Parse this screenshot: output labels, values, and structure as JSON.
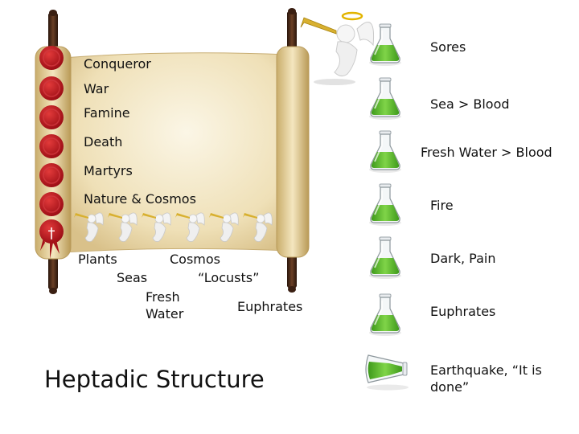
{
  "title": "Heptadic Structure",
  "seals": [
    "Conqueror",
    "War",
    "Famine",
    "Death",
    "Martyrs",
    "Nature & Cosmos"
  ],
  "seventh_seal_symbol": "†",
  "trumpets": {
    "plants": "Plants",
    "seas": "Seas",
    "fresh_water": "Fresh\nWater",
    "cosmos": "Cosmos",
    "locusts": "“Locusts”",
    "euphrates": "Euphrates"
  },
  "bowls": [
    "Sores",
    "Sea > Blood",
    "Fresh Water > Blood",
    "Fire",
    "Dark, Pain",
    "Euphrates",
    "Earthquake, “It is done”"
  ],
  "colors": {
    "seal_red": "#c0141e",
    "parchment": "#f3e7c4",
    "rod": "#4a2a1a",
    "flask_liquid": "#5fbf2e",
    "angel": "#f2f2f2"
  }
}
